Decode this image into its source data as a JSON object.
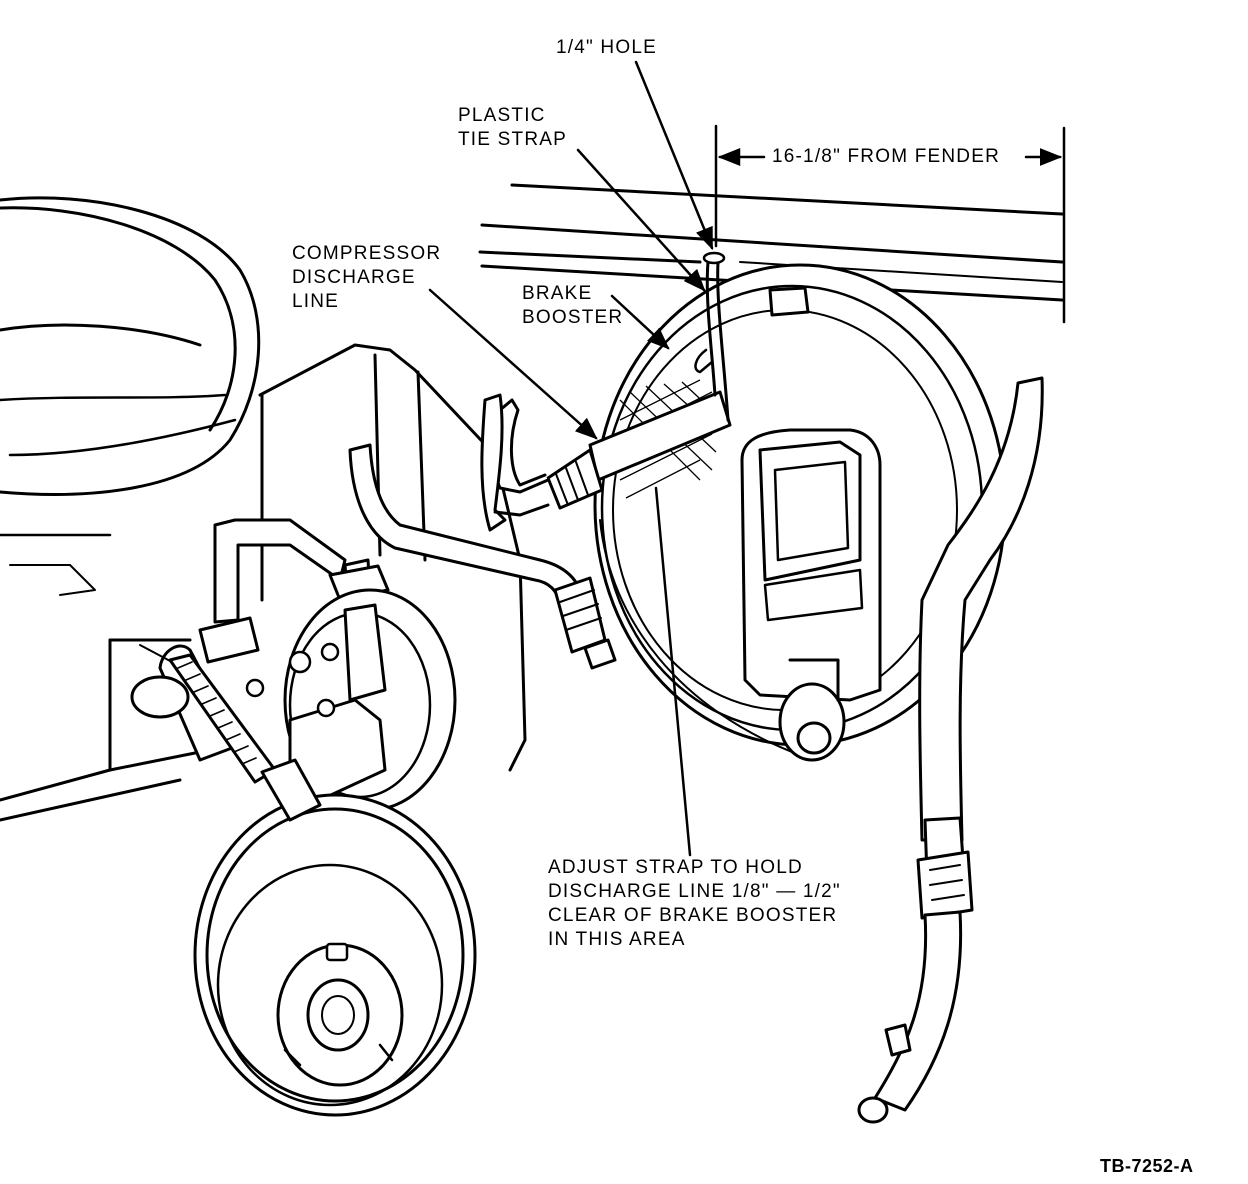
{
  "labels": {
    "hole": "1/4\" HOLE",
    "tie_strap": [
      "PLASTIC",
      "TIE STRAP"
    ],
    "dimension": "16-1/8\" FROM FENDER",
    "discharge_line": [
      "COMPRESSOR",
      "DISCHARGE",
      "LINE"
    ],
    "brake_booster": [
      "BRAKE",
      "BOOSTER"
    ],
    "adjust_note": [
      "ADJUST STRAP TO HOLD",
      "DISCHARGE LINE 1/8\" — 1/2\"",
      "CLEAR OF BRAKE BOOSTER",
      "IN THIS AREA"
    ],
    "figure_code": "TB-7252-A"
  },
  "colors": {
    "ink": "#000000",
    "paper": "#ffffff"
  }
}
